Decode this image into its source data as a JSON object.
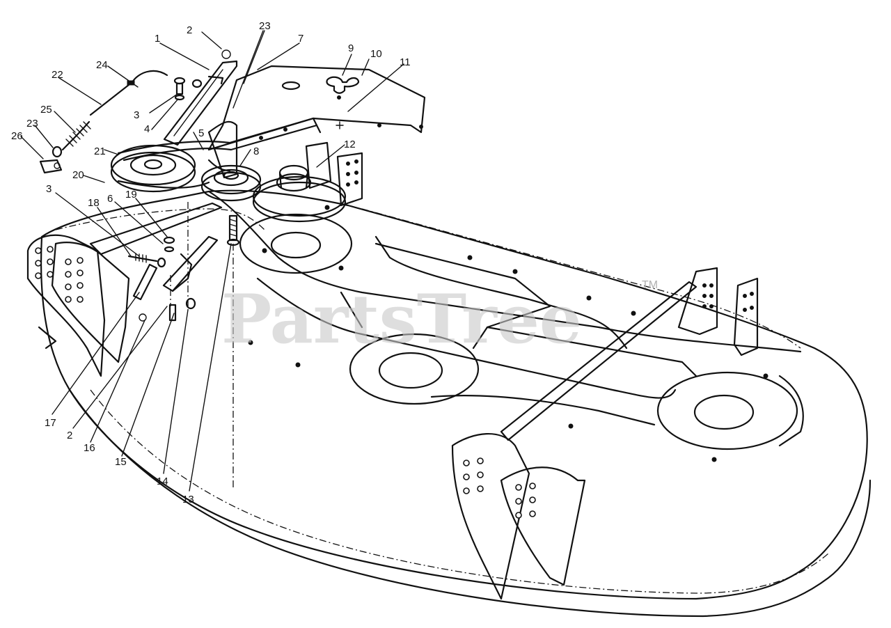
{
  "watermark": {
    "text": "PartsTree",
    "trademark": "TM"
  },
  "callouts": [
    {
      "id": "c1",
      "label": "1"
    },
    {
      "id": "c2a",
      "label": "2"
    },
    {
      "id": "c23a",
      "label": "23"
    },
    {
      "id": "c7",
      "label": "7"
    },
    {
      "id": "c9",
      "label": "9"
    },
    {
      "id": "c10",
      "label": "10"
    },
    {
      "id": "c11",
      "label": "11"
    },
    {
      "id": "c24",
      "label": "24"
    },
    {
      "id": "c22",
      "label": "22"
    },
    {
      "id": "c3a",
      "label": "3"
    },
    {
      "id": "c4",
      "label": "4"
    },
    {
      "id": "c25",
      "label": "25"
    },
    {
      "id": "c23b",
      "label": "23"
    },
    {
      "id": "c26",
      "label": "26"
    },
    {
      "id": "c5",
      "label": "5"
    },
    {
      "id": "c21",
      "label": "21"
    },
    {
      "id": "c8",
      "label": "8"
    },
    {
      "id": "c12",
      "label": "12"
    },
    {
      "id": "c20",
      "label": "20"
    },
    {
      "id": "c3b",
      "label": "3"
    },
    {
      "id": "c18",
      "label": "18"
    },
    {
      "id": "c6",
      "label": "6"
    },
    {
      "id": "c19",
      "label": "19"
    },
    {
      "id": "c17",
      "label": "17"
    },
    {
      "id": "c2b",
      "label": "2"
    },
    {
      "id": "c16",
      "label": "16"
    },
    {
      "id": "c15",
      "label": "15"
    },
    {
      "id": "c14",
      "label": "14"
    },
    {
      "id": "c13",
      "label": "13"
    }
  ]
}
